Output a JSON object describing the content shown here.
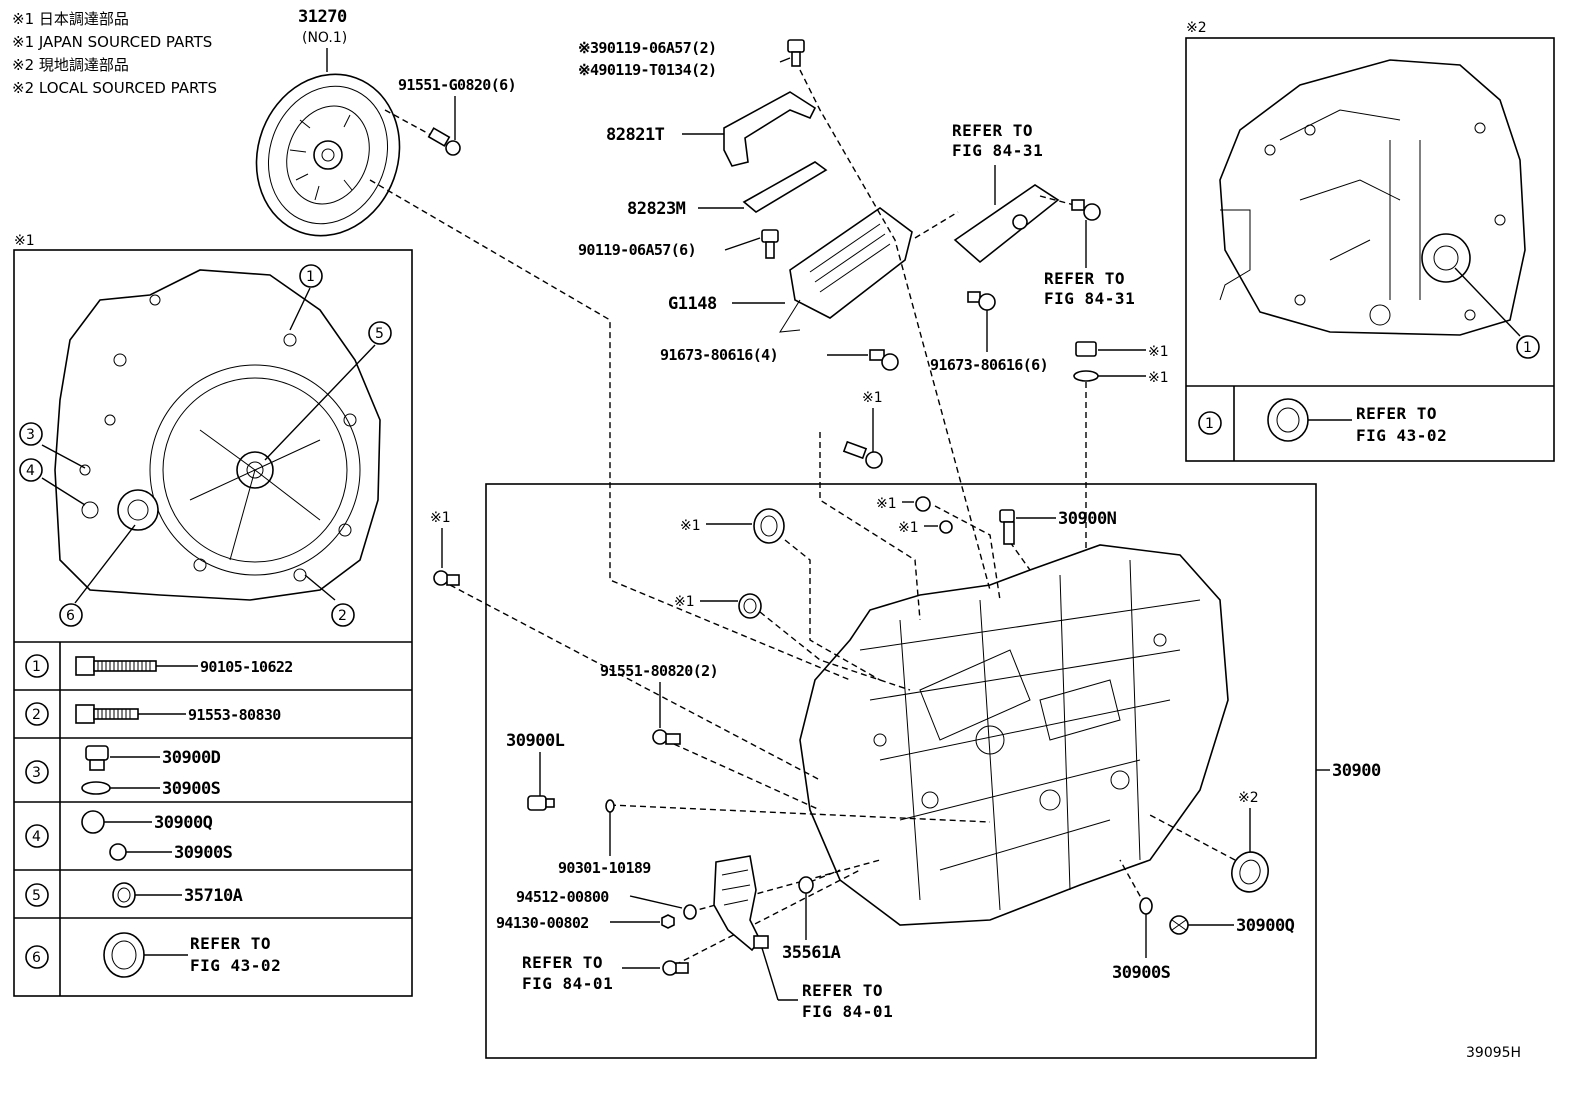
{
  "notes": {
    "n1_jp": "※1 日本調達部品",
    "n1_en": "※1 JAPAN SOURCED PARTS",
    "n2_jp": "※2 現地調達部品",
    "n2_en": "※2 LOCAL SOURCED PARTS"
  },
  "marks": {
    "m1": "※1",
    "m2": "※2"
  },
  "clutch": {
    "number": "31270",
    "sub": "(NO.1)"
  },
  "labels": {
    "p91551_g0820": "91551-G0820(6)",
    "p390119": "※390119-06A57(2)",
    "p490119": "※490119-T0134(2)",
    "p82821t": "82821T",
    "p82823m": "82823M",
    "p90119": "90119-06A57(6)",
    "pg1148": "G1148",
    "p91673_a": "91673-80616(4)",
    "p91673_b": "91673-80616(6)",
    "p30900n": "30900N",
    "p91551_80820": "91551-80820(2)",
    "p30900l": "30900L",
    "p30900": "30900",
    "p90301": "90301-10189",
    "p94512": "94512-00800",
    "p94130": "94130-00802",
    "p35561a": "35561A",
    "p30900s_main": "30900S",
    "p30900q_main": "30900Q"
  },
  "refs": {
    "refer_to": "REFER TO",
    "fig_84_31": "FIG 84-31",
    "fig_43_02": "FIG 43-02",
    "fig_84_01": "FIG 84-01"
  },
  "left_table": {
    "rows": [
      {
        "num": "1",
        "parts": [
          "90105-10622"
        ]
      },
      {
        "num": "2",
        "parts": [
          "91553-80830"
        ]
      },
      {
        "num": "3",
        "parts": [
          "30900D",
          "30900S"
        ]
      },
      {
        "num": "4",
        "parts": [
          "30900Q",
          "30900S"
        ]
      },
      {
        "num": "5",
        "parts": [
          "35710A"
        ]
      },
      {
        "num": "6",
        "parts": [
          "REFER TO",
          "FIG 43-02"
        ]
      }
    ]
  },
  "right_table": {
    "num": "1",
    "ref1": "REFER TO",
    "ref2": "FIG 43-02"
  },
  "callouts": [
    "1",
    "2",
    "3",
    "4",
    "5",
    "6"
  ],
  "diagram_code": "39095H"
}
